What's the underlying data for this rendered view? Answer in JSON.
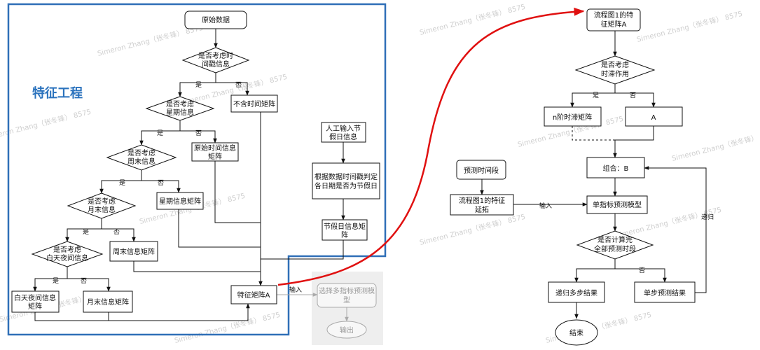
{
  "section_title": "特征工程",
  "watermark": "Simeron Zhang（张冬锋） 8575",
  "left": {
    "raw_data": "原始数据",
    "q_timestamp": [
      "是否考虑时",
      "间戳信息"
    ],
    "no_time_matrix": "不含时间矩阵",
    "q_weekday": [
      "是否考虑",
      "星期信息"
    ],
    "raw_time_matrix": [
      "原始时间信息",
      "矩阵"
    ],
    "q_weekend": [
      "是否考虑",
      "周末信息"
    ],
    "weekday_matrix": "星期信息矩阵",
    "q_month_end": [
      "是否考虑",
      "月末信息"
    ],
    "weekend_matrix": "周末信息矩阵",
    "q_day_night": [
      "是否考虑",
      "白天夜间信息"
    ],
    "day_night_matrix": [
      "白天夜间信息",
      "矩阵"
    ],
    "month_end_matrix": "月末信息矩阵",
    "manual_holiday": [
      "人工输入节",
      "假日信息"
    ],
    "holiday_judge": [
      "根据数据时间戳判定",
      "各日期是否为节假日"
    ],
    "holiday_matrix": [
      "节假日信息矩",
      "阵"
    ],
    "feature_matrix_a": "特征矩阵A",
    "select_model": [
      "选择多指标预测模",
      "型"
    ],
    "output": "输出",
    "input_label": "输入"
  },
  "right": {
    "flow1_matrix": [
      "流程图1的特",
      "征矩阵A"
    ],
    "q_lag": [
      "是否考虑",
      "时滞作用"
    ],
    "lag_matrix": "n阶时滞矩阵",
    "a_box": "A",
    "combine": "组合：B",
    "predict_period": "预测时间段",
    "flow1_extend": [
      "流程图1的特征",
      "延拓"
    ],
    "input_label": "输入",
    "single_model": "单指标预测模型",
    "q_done": [
      "是否计算完",
      "全部预测时段"
    ],
    "recursive_result": "递归多步结果",
    "single_step": "单步预测结果",
    "end": "结束",
    "recursion_label": "递归"
  },
  "labels": {
    "yes": "是",
    "no": "否"
  },
  "colors": {
    "blue_frame": "#2f6fb7",
    "red_arrow": "#e01010",
    "gray_panel": "#eeeeee"
  }
}
